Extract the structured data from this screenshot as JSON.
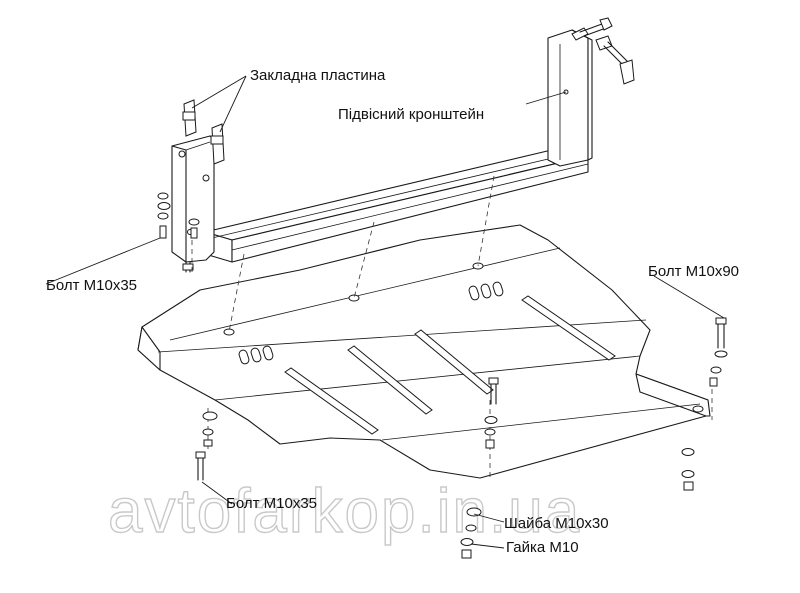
{
  "labels": {
    "embedded_plate": "Закладна пластина",
    "hanging_bracket": "Підвісний кронштейн",
    "bolt_left": "Болт М10х35",
    "bolt_right": "Болт М10х90",
    "bolt_bottom": "Болт М10х35",
    "washer": "Шайба М10х30",
    "nut": "Гайка М10"
  },
  "watermark": "avtofarkop.in.ua"
}
